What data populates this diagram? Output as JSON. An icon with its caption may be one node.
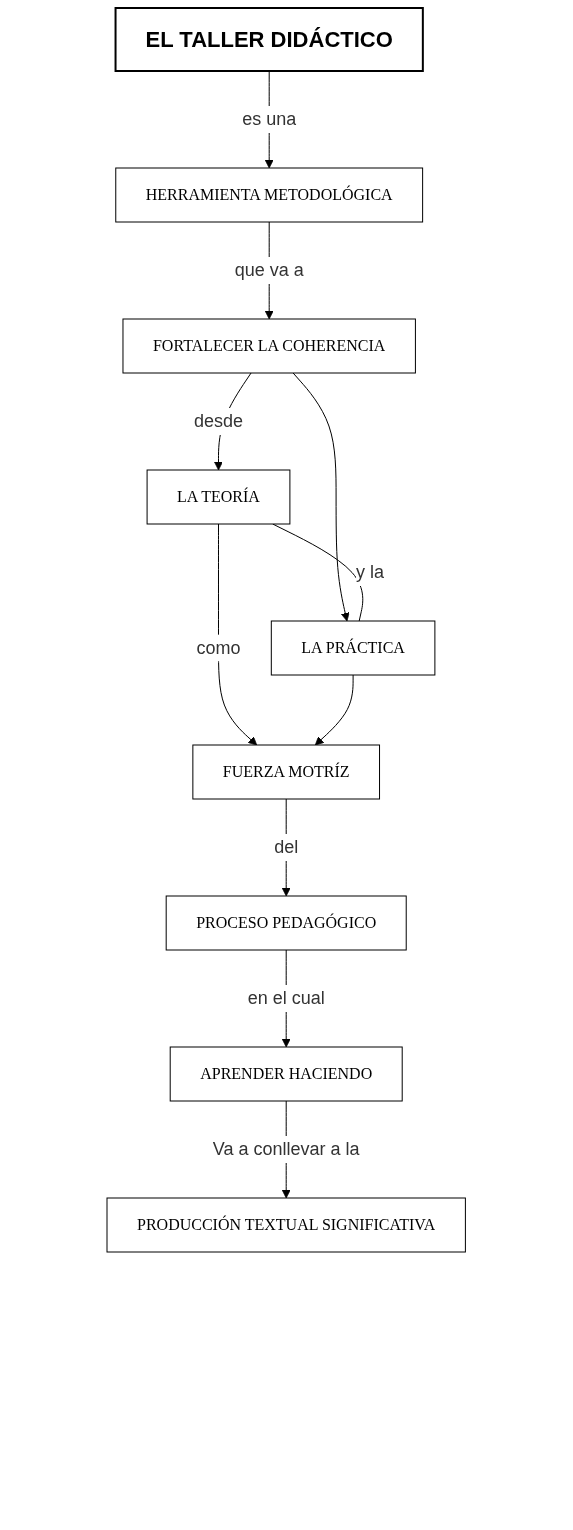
{
  "diagram": {
    "nodes": [
      {
        "text": [
          "EL TALLER DIDÁCTICO"
        ]
      },
      {
        "text": [
          "HERRAMIENTA METODOLÓGICA"
        ]
      },
      {
        "text": [
          "FORTALECER LA COHERENCIA"
        ]
      },
      {
        "text": [
          "LA TEORÍA"
        ]
      },
      {
        "text": [
          "LA PRÁCTICA"
        ]
      },
      {
        "text": [
          "FUERZA MOTRÍZ"
        ]
      },
      {
        "text": [
          "PROCESO PEDAGÓGICO"
        ]
      },
      {
        "text": [
          "APRENDER HACIENDO"
        ]
      },
      {
        "text": [
          "PRODUCCIÓN TEXTUAL SIGNIFICATIVA"
        ]
      }
    ],
    "edges": [
      {
        "from": 0,
        "to": 1,
        "arrow": "to",
        "label": "es una"
      },
      {
        "from": 1,
        "to": 2,
        "arrow": "to",
        "label": "que va a"
      },
      {
        "from": 2,
        "to": 3,
        "arrow": "to",
        "label": "desde"
      },
      {
        "from": 2,
        "to": 4,
        "arrow": "to"
      },
      {
        "from": 3,
        "to": 4,
        "arrow": "none",
        "label": "y la"
      },
      {
        "from": 3,
        "to": 5,
        "arrow": "to",
        "label": "como"
      },
      {
        "from": 4,
        "to": 5,
        "arrow": "to"
      },
      {
        "from": 5,
        "to": 6,
        "arrow": "to",
        "label": "del"
      },
      {
        "from": 6,
        "to": 7,
        "arrow": "to",
        "label": "en el cual"
      },
      {
        "from": 7,
        "to": 8,
        "arrow": "to",
        "label": "Va a conllevar a la"
      }
    ]
  }
}
